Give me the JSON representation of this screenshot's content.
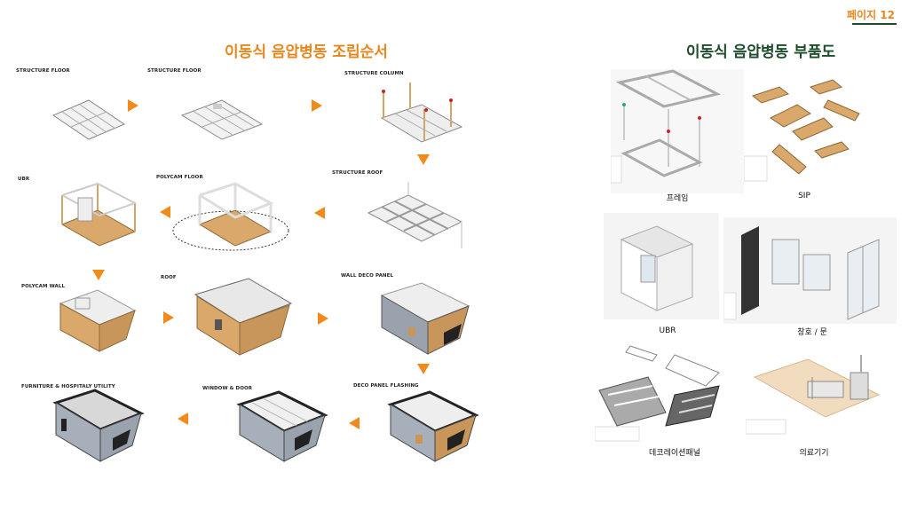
{
  "page": {
    "number": "페이지 12"
  },
  "assembly": {
    "title": "이동식 음압병동 조립순서",
    "steps": [
      {
        "label": "STRUCTURE FLOOR"
      },
      {
        "label": "STRUCTURE FLOOR"
      },
      {
        "label": "STRUCTURE COLUMN"
      },
      {
        "label": "UBR"
      },
      {
        "label": "POLYCAM FLOOR"
      },
      {
        "label": "STRUCTURE ROOF"
      },
      {
        "label": "POLYCAM WALL"
      },
      {
        "label": "ROOF"
      },
      {
        "label": "WALL DECO PANEL"
      },
      {
        "label": "FURNITURE  & HOSPITALY UTILITY"
      },
      {
        "label": "WINDOW & DOOR"
      },
      {
        "label": "DECO PANEL FLASHING"
      }
    ]
  },
  "parts": {
    "title": "이동식 음압병동 부품도",
    "items": [
      {
        "label": "프레임"
      },
      {
        "label": "SIP"
      },
      {
        "label": "UBR"
      },
      {
        "label": "창호 / 문"
      },
      {
        "label": "데코레이션패널"
      },
      {
        "label": "의료기기"
      }
    ]
  },
  "colors": {
    "accent_orange": "#f08a1c",
    "title_orange": "#e8871e",
    "title_green": "#1e4d2b"
  }
}
